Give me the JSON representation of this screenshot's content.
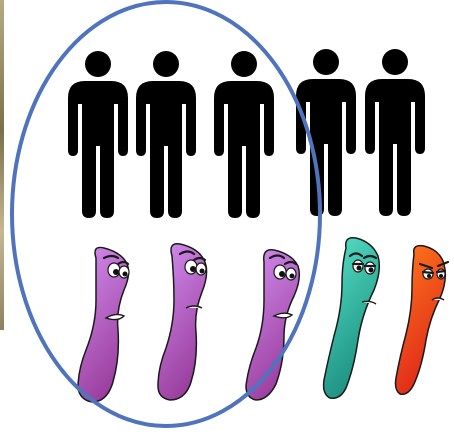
{
  "colors": {
    "person": "#000000",
    "ellipse": "#4f74bd",
    "background": "#ffffff",
    "outline": "#1a1a1a",
    "eye_white": "#ffffff",
    "pupil": "#111111",
    "lip": "#ffffff"
  },
  "groups": {
    "inside_circle": {
      "people_count": 3,
      "bacteria_color": "purple"
    },
    "outside_circle": {
      "people_count": 2,
      "bacteria_colors": [
        "teal",
        "orange-red"
      ]
    }
  },
  "bacteria_palette": {
    "purple": {
      "light": "#d38ef0",
      "dark": "#9b3f9f"
    },
    "teal": {
      "light": "#56e3c9",
      "dark": "#1c8f80"
    },
    "orange-red": {
      "light": "#ff7a1a",
      "dark": "#e0281a"
    }
  },
  "icons": [
    "person-icon",
    "bacterium-icon",
    "ellipse-outline"
  ]
}
